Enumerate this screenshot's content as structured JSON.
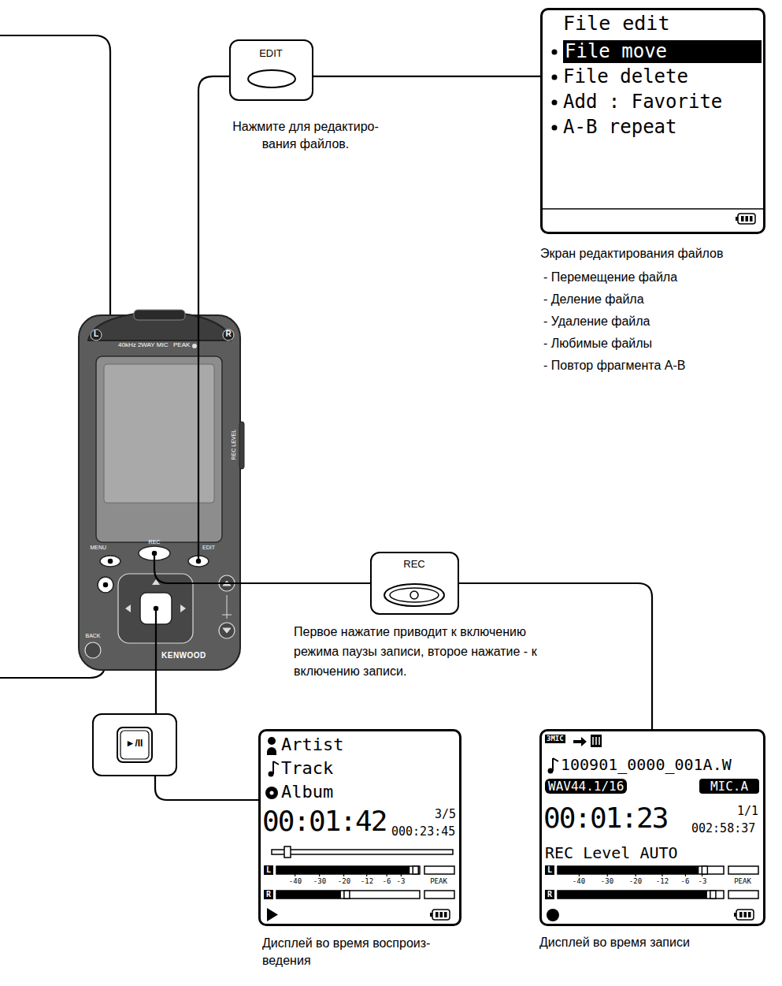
{
  "diagram": {
    "nodes": [
      {
        "text": [
          "EDIT"
        ]
      },
      {
        "text": [
          "File edit",
          "File move",
          "File delete",
          "Add : Favorite",
          "A-B repeat"
        ]
      },
      {
        "text": [
          "L",
          "R",
          "40kHz 2WAY MIC",
          "PEAK",
          "REC LEVEL",
          "MENU",
          "REC",
          "EDIT",
          "BACK",
          "KENWOOD"
        ]
      },
      {
        "text": [
          "REC"
        ]
      },
      {
        "text": [
          "►/II"
        ]
      },
      {
        "text": [
          "Artist",
          "Track",
          "Album",
          "00:01:42",
          "3/5",
          "000:23:45",
          "L",
          "-40",
          "-30",
          "-20",
          "-12",
          "-6",
          "-3",
          "PEAK",
          "R"
        ]
      },
      {
        "text": [
          "3MIC",
          "100901_0000_001A.W",
          "WAV44.1/16",
          "MIC.A",
          "00:01:23",
          "1/1",
          "002:58:37",
          "REC Level AUTO",
          "L",
          "-40",
          "-30",
          "-20",
          "-12",
          "-6",
          "-3",
          "PEAK",
          "R"
        ]
      }
    ],
    "edges": [
      {
        "from": 0,
        "to": 1,
        "arrow": "none"
      },
      {
        "from": 2,
        "to": 0,
        "arrow": "none"
      },
      {
        "from": 2,
        "to": 3,
        "arrow": "none"
      },
      {
        "from": 3,
        "to": 6,
        "arrow": "none"
      },
      {
        "from": 2,
        "to": 4,
        "arrow": "none"
      },
      {
        "from": 4,
        "to": 5,
        "arrow": "none"
      }
    ],
    "labels": [
      "Нажмите для редактиро- вания файлов.",
      "Экран редактирования файлов",
      "- Перемещение файла",
      "- Деление файла",
      "- Удаление файла",
      "- Любимые файлы",
      "- Повтор фрагмента A-B",
      "Первое нажатие приводит к включению режима паузы записи, второе нажатие - к включению записи.",
      "Дисплей во время воспроиз- ведения",
      "Дисплей во время записи"
    ]
  }
}
